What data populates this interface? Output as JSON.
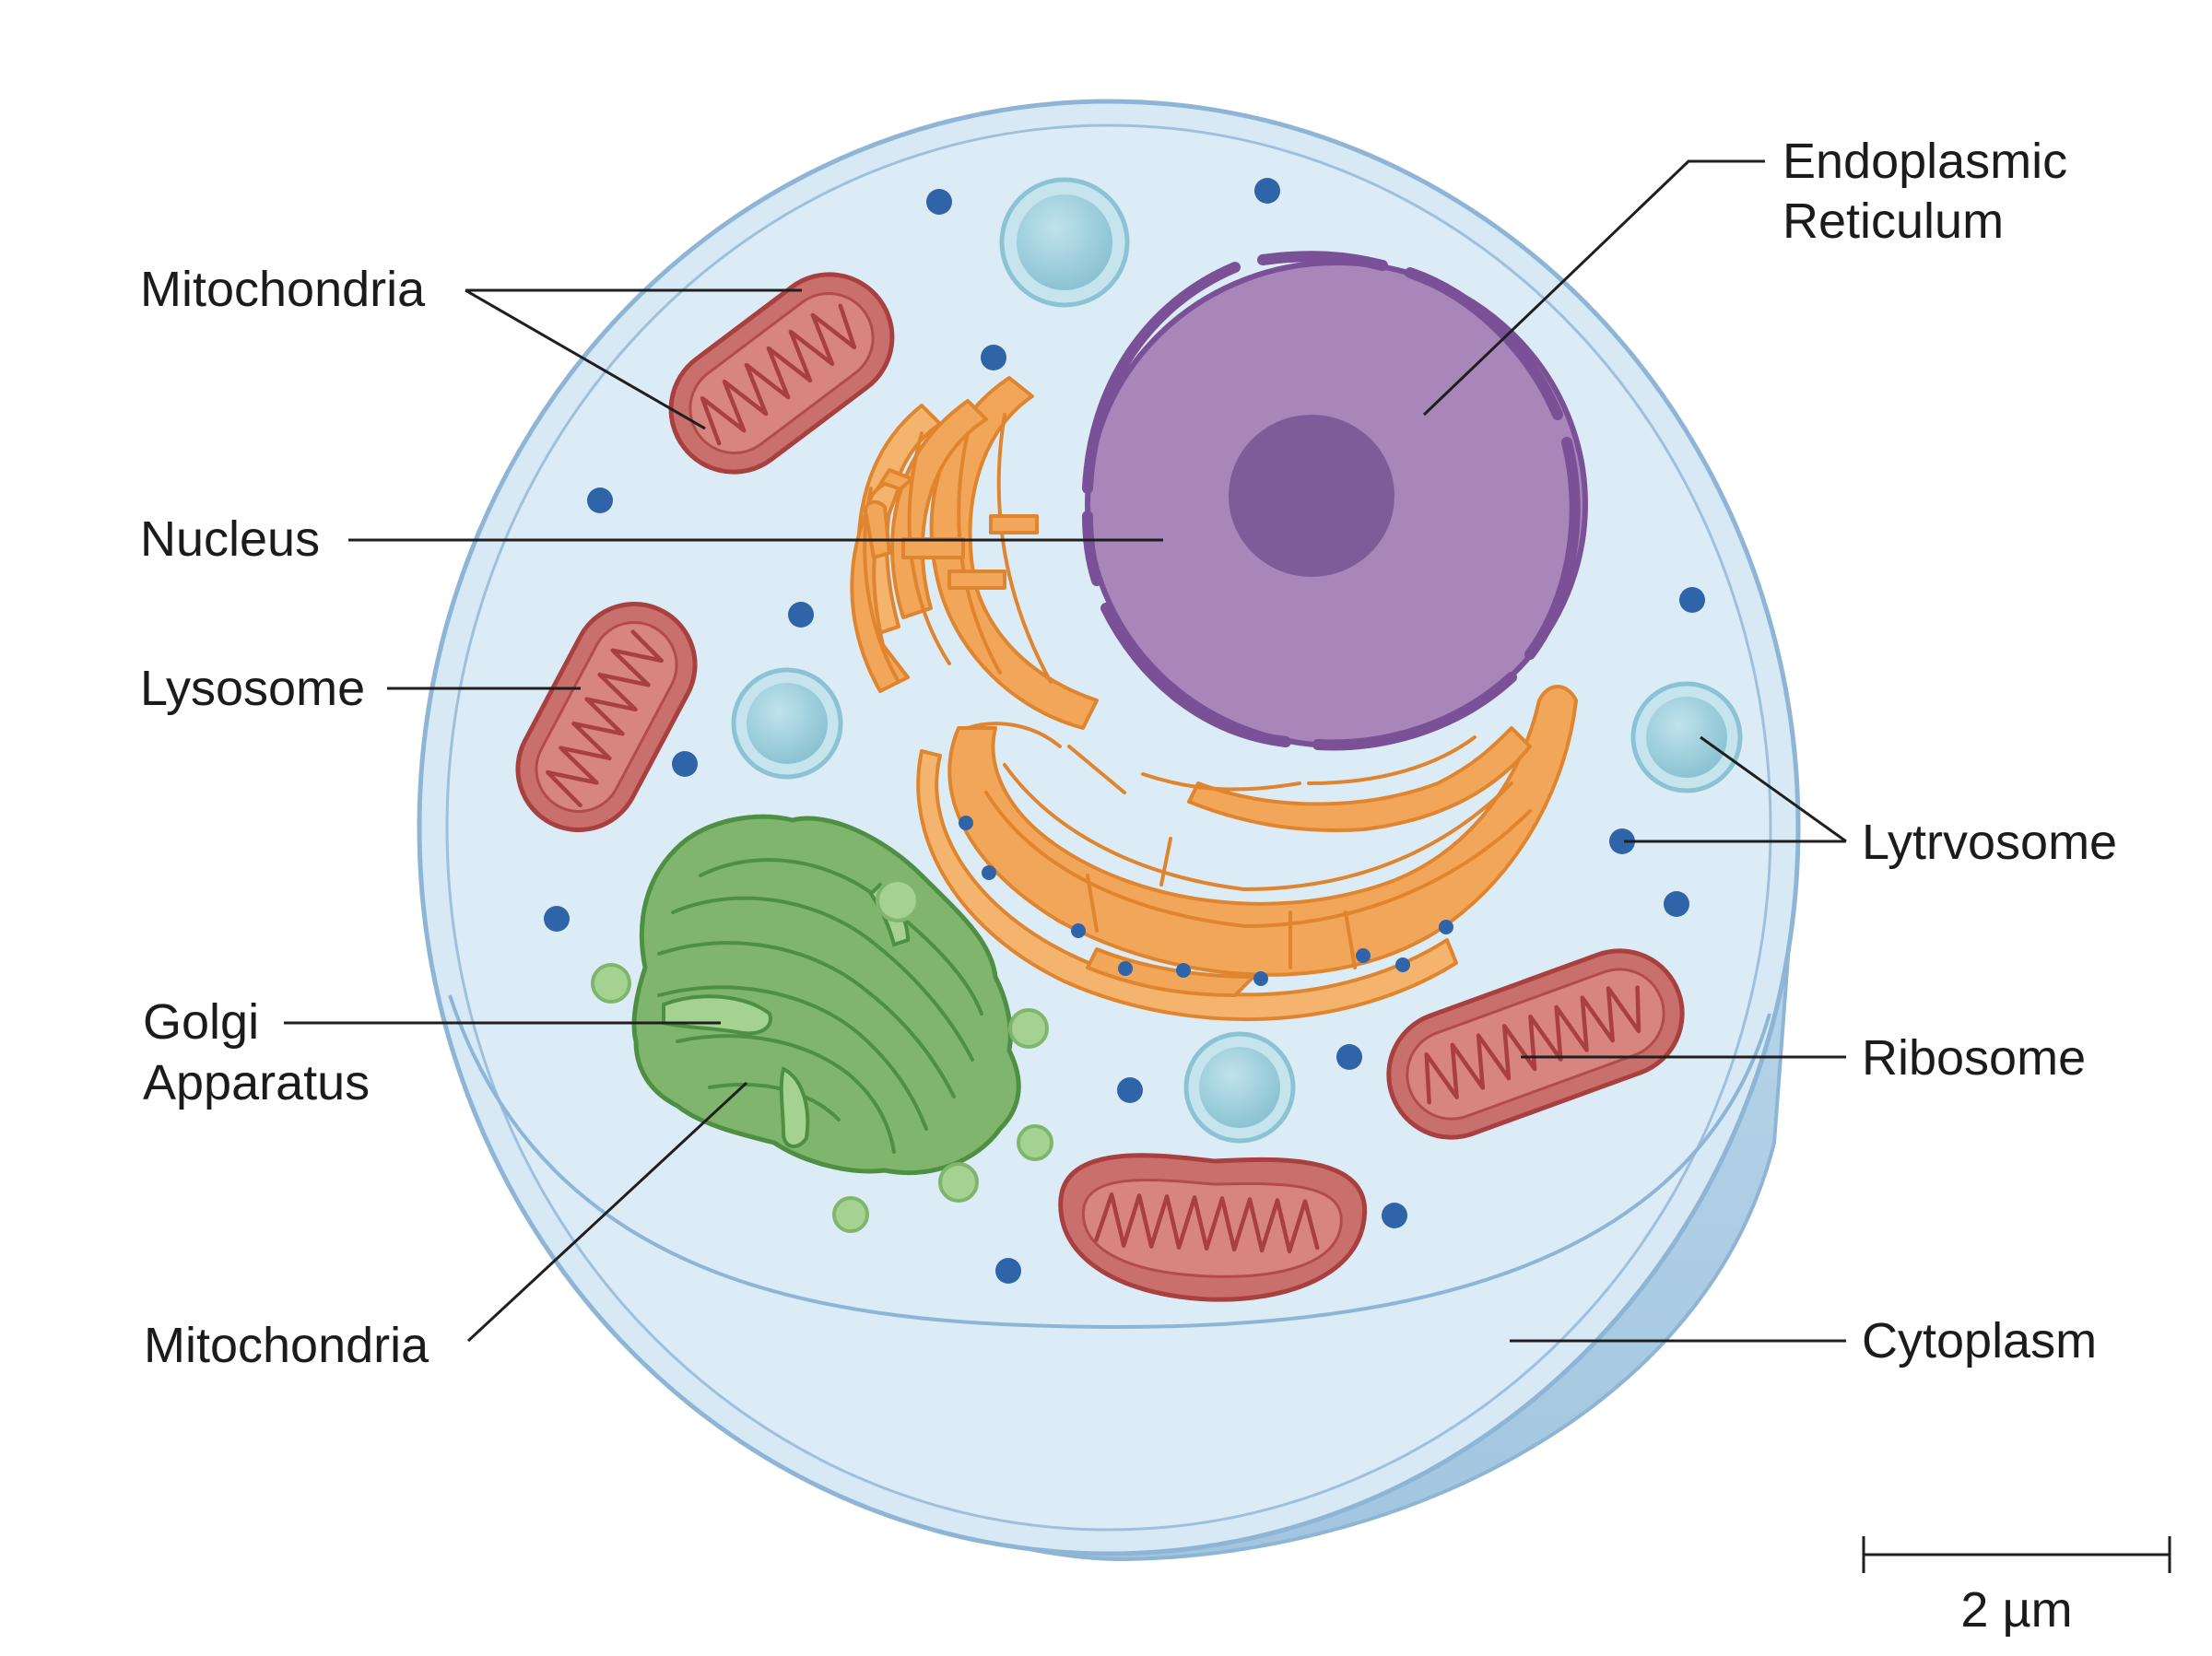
{
  "labels": {
    "mitochondria_top": "Mitochondria",
    "nucleus": "Nucleus",
    "lysosome": "Lysosome",
    "golgi_line1": "Golgi",
    "golgi_line2": "Apparatus",
    "mitochondria_bottom": "Mitochondria",
    "er_line1": "Endoplasmic",
    "er_line2": "Reticulum",
    "lytrvosome": "Lytrvosome",
    "ribosome": "Ribosome",
    "cytoplasm": "Cytoplasm"
  },
  "scale_bar": {
    "label": "2 µm"
  },
  "colors": {
    "membrane": "#8fb5d6",
    "cytoplasm_fill": "#dcecf7",
    "cell_side": "#a9cbe3",
    "nucleus": "#a886b9",
    "nucleolus": "#7e5c97",
    "nuclear_envelope": "#7a5096",
    "mitochondria": "#c9706d",
    "mitochondria_outline": "#a8403f",
    "er": "#f2a65a",
    "er_outline": "#e0852f",
    "golgi": "#7fb56d",
    "golgi_outline": "#4f8f44",
    "vesicle": "#9fd0dd",
    "ribosome_dot": "#2f64a8"
  },
  "icons": [
    "cell-icon",
    "mitochondrion-icon",
    "nucleus-icon",
    "golgi-icon",
    "vesicle-icon",
    "ribosome-icon"
  ]
}
